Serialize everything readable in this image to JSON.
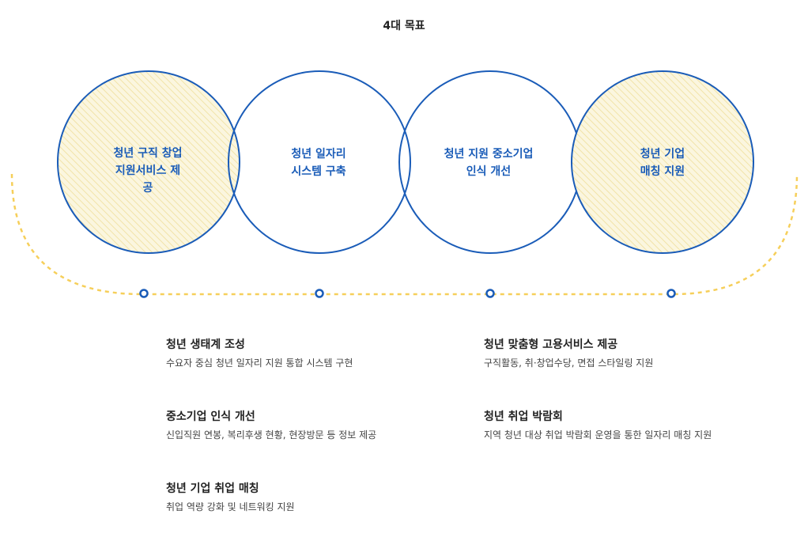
{
  "title": "4대 목표",
  "circles": [
    {
      "lines": [
        "청년 구직 창업",
        "지원서비스 제",
        "공"
      ],
      "hatched": true
    },
    {
      "lines": [
        "청년 일자리",
        "시스템 구축"
      ],
      "hatched": false
    },
    {
      "lines": [
        "청년 지원 중소기업",
        "인식 개선"
      ],
      "hatched": false
    },
    {
      "lines": [
        "청년 기업",
        "매칭 지원"
      ],
      "hatched": true
    }
  ],
  "goals": [
    {
      "title": "청년 생태계 조성",
      "desc": "수요자 중심 청년 일자리 지원 통합 시스템 구현"
    },
    {
      "title": "청년 맞춤형 고용서비스 제공",
      "desc": "구직활동, 취·창업수당, 면접 스타일링 지원"
    },
    {
      "title": "중소기업 인식 개선",
      "desc": "신입직원 연봉, 복리후생 현황, 현장방문 등 정보 제공"
    },
    {
      "title": "청년 취업 박람회",
      "desc": "지역 청년 대상 취업 박람회 운영을 통한 일자리 매칭 지원"
    },
    {
      "title": "청년 기업 취업 매칭",
      "desc": "취업 역량 강화 및 네트워킹 지원"
    }
  ],
  "colors": {
    "circle_stroke": "#1a5cb8",
    "hatch_fill": "#fbf6df",
    "hatch_line": "#f1e3a8",
    "dashed_arc": "#f6cf5a",
    "node_stroke": "#1a5cb8"
  }
}
